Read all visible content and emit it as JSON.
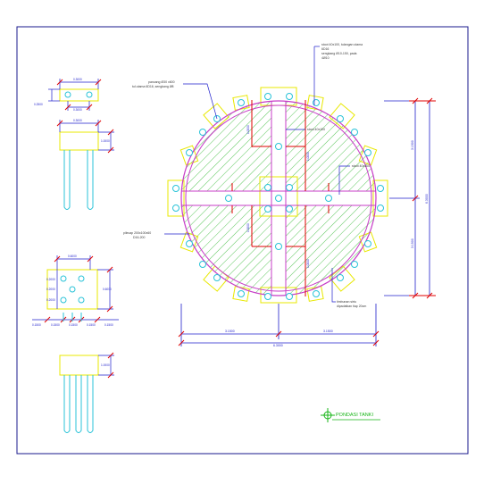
{
  "drawing": {
    "title": "PONDASI TANKI",
    "colors": {
      "border": "#1a1a8c",
      "dimension": "#1f1fcc",
      "structure": "#c83cc8",
      "pile_cap": "#e8e800",
      "rebar_red": "#e00000",
      "hatch": "#2fb82f",
      "pile": "#2ac3d8",
      "title_symbol": "#17b517",
      "annotation": "#3a3a3a"
    },
    "annotations": {
      "top_right_1": "stoot 40x100, tulangan utama",
      "top_right_2": "6D16",
      "top_right_3": "sengkang Ø10-150, pada",
      "top_right_4": "4Ø10",
      "left_1": "pancang Ø30 x600",
      "left_2": "tul.utama 6D16, sengkang Ø8",
      "center_stoot": "stoot 40x100",
      "right_stoot": "stoot 40x100",
      "pilecap_1": "pilecap 200x100x60",
      "pilecap_2": "D16-200",
      "bottom_1": "timbunan sirtu",
      "bottom_2": "dipadatkan tiap 20cm"
    },
    "dimensions": {
      "top_width": "0.3000",
      "top_height": "0.3000",
      "top_lower": "0.3000",
      "top_side_left": "0.2500",
      "upper_cap_width": "0.3000",
      "upper_cap_height": "1.0000",
      "lower_cap_width": "0.6000",
      "lower_cap_height": "0.6000",
      "lower_grid_1": "0.2000",
      "lower_grid_2": "0.2000",
      "lower_grid_3": "0.2000",
      "lower_bottom_1": "0.1500",
      "lower_bottom_2": "0.1500",
      "lower_bottom_3": "0.1500",
      "lower_bottom_4": "0.1500",
      "lower_bottom_5": "0.1500",
      "lower_pile_height": "1.0000",
      "tank_half_left": "3.1500",
      "tank_half_right": "3.1500",
      "tank_total": "6.3000",
      "right_half_top": "3.1500",
      "right_half_bottom": "3.1500",
      "right_total": "6.3000",
      "inner_1": "1.0000",
      "inner_2": "1.0000",
      "inner_3": "1.0000",
      "inner_4": "1.0000"
    }
  }
}
